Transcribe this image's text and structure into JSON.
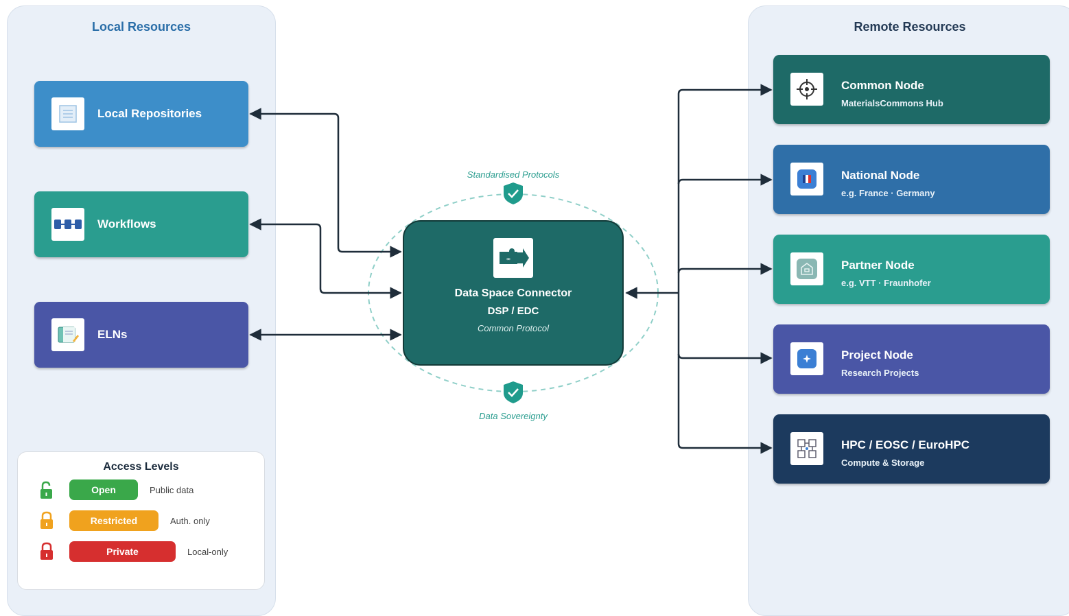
{
  "left_panel": {
    "title": "Local Resources"
  },
  "right_panel": {
    "title": "Remote Resources"
  },
  "local_items": [
    {
      "label": "Local Repositories",
      "color": "#3d8ec9",
      "icon": "document-list-icon"
    },
    {
      "label": "Workflows",
      "color": "#2a9d8f",
      "icon": "workflow-nodes-icon"
    },
    {
      "label": "ELNs",
      "color": "#4a56a6",
      "icon": "notebook-icon"
    }
  ],
  "connector": {
    "title": "Data Space Connector",
    "subtitle": "DSP / EDC",
    "protocol": "Common Protocol",
    "color": "#1e6a67"
  },
  "ring_labels": {
    "top": "Standardised Protocols",
    "bottom": "Data Sovereignty"
  },
  "remote_items": [
    {
      "label": "Common Node",
      "sub": "MaterialsCommons Hub",
      "color": "#1e6a67",
      "icon": "crosshair-icon"
    },
    {
      "label": "National Node",
      "sub": "e.g. France · Germany",
      "color": "#2f6fa8",
      "icon": "flag-icon"
    },
    {
      "label": "Partner Node",
      "sub": "e.g. VTT · Fraunhofer",
      "color": "#2a9d8f",
      "icon": "building-icon"
    },
    {
      "label": "Project Node",
      "sub": "Research Projects",
      "color": "#4a56a6",
      "icon": "sparkle-icon"
    },
    {
      "label": "HPC / EOSC / EuroHPC",
      "sub": "Compute & Storage",
      "color": "#1c3a5e",
      "icon": "server-grid-icon"
    }
  ],
  "legend": {
    "title": "Access Levels",
    "levels": [
      {
        "label": "Open",
        "desc": "Public data",
        "color": "#3aa84a"
      },
      {
        "label": "Restricted",
        "desc": "Auth. only",
        "color": "#f0a21e"
      },
      {
        "label": "Private",
        "desc": "Local-only",
        "color": "#d62f2f"
      }
    ]
  }
}
